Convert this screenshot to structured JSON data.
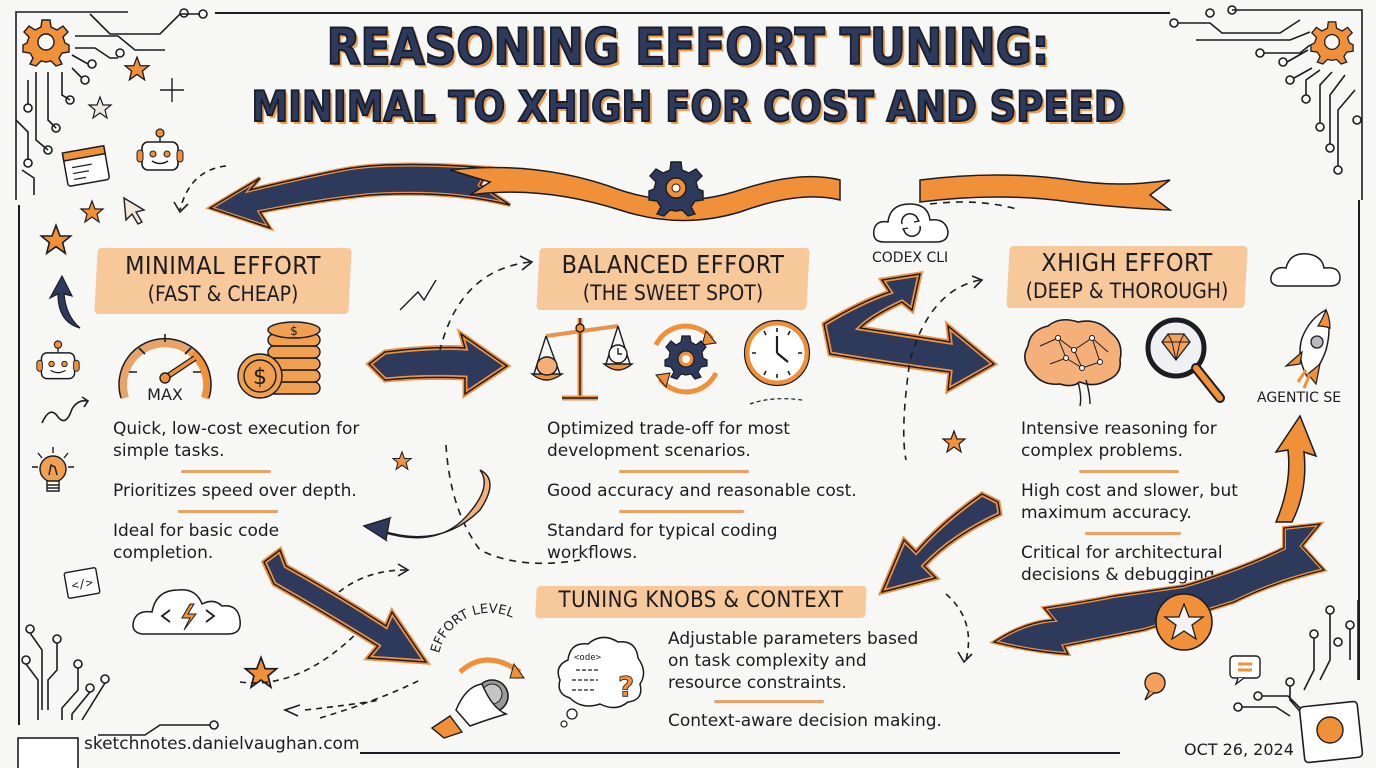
{
  "title": {
    "line1": "REASONING EFFORT TUNING:",
    "line2": "MINIMAL TO XHIGH FOR COST AND SPEED"
  },
  "colors": {
    "navy": "#2d3a5c",
    "orange": "#f0913a",
    "highlight": "#f7c08a",
    "ink": "#1c1c22",
    "paper": "#f7f7f5"
  },
  "sections": {
    "minimal": {
      "heading": "MINIMAL EFFORT",
      "subheading": "(FAST & CHEAP)",
      "icons": [
        "speedometer-icon",
        "coins-icon"
      ],
      "gauge_label": "MAX",
      "points": [
        "Quick, low-cost execution for simple tasks.",
        "Prioritizes speed over depth.",
        "Ideal for basic code completion."
      ]
    },
    "balanced": {
      "heading": "BALANCED EFFORT",
      "subheading": "(THE SWEET SPOT)",
      "icons": [
        "scale-icon",
        "gear-cycle-icon",
        "clock-icon"
      ],
      "points": [
        "Optimized trade-off for most development scenarios.",
        "Good accuracy and reasonable cost.",
        "Standard for typical coding workflows."
      ]
    },
    "xhigh": {
      "heading": "XHIGH EFFORT",
      "subheading": "(DEEP & THOROUGH)",
      "icons": [
        "brain-icon",
        "magnifier-diamond-icon"
      ],
      "points": [
        "Intensive reasoning for complex problems.",
        "High cost and slower, but maximum accuracy.",
        "Critical for architectural decisions & debugging."
      ]
    },
    "tuning": {
      "heading": "TUNING KNOBS & CONTEXT",
      "knob_label": "EFFORT LEVEL",
      "thought_code": "<ode>",
      "points": [
        "Adjustable parameters based on task complexity and resource constraints.",
        "Context-aware decision making."
      ]
    }
  },
  "labels": {
    "codex_cli": "CODEX CLI",
    "agentic_se": "AGENTIC SE"
  },
  "footer": {
    "site": "sketchnotes.danielvaughan.com",
    "date": "OCT 26, 2024"
  }
}
